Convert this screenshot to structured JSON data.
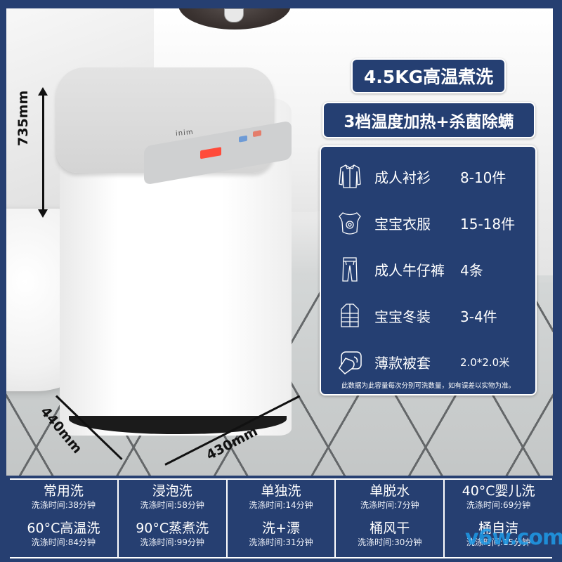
{
  "colors": {
    "navy": "#253f72",
    "frame": "#263f71",
    "text": "#ffffff",
    "watermark": "#1e9be8"
  },
  "product": {
    "brand_mark": "inim",
    "badges": {
      "capacity": "4.5KG高温煮洗",
      "heating": "3档温度加热+杀菌除螨"
    },
    "dimensions": {
      "height": "735mm",
      "depth": "440mm",
      "width": "430mm"
    }
  },
  "capacity_panel": {
    "rows": [
      {
        "icon": "shirt-icon",
        "label": "成人衬衫",
        "qty": "8-10件"
      },
      {
        "icon": "baby-onesie-icon",
        "label": "宝宝衣服",
        "qty": "15-18件"
      },
      {
        "icon": "jeans-icon",
        "label": "成人牛仔裤",
        "qty": "4条"
      },
      {
        "icon": "puffer-jacket-icon",
        "label": "宝宝冬装",
        "qty": "3-4件"
      },
      {
        "icon": "duvet-cover-icon",
        "label": "薄款被套",
        "qty": "2.0*2.0米"
      }
    ],
    "note": "此数据为此容量每次分别可洗数量，如有误差以实物为准。"
  },
  "programs": [
    [
      {
        "name": "常用洗",
        "time": "洗涤时间:38分钟"
      },
      {
        "name": "60°C高温洗",
        "time": "洗涤时间:84分钟"
      }
    ],
    [
      {
        "name": "浸泡洗",
        "time": "洗涤时间:58分钟"
      },
      {
        "name": "90°C蒸煮洗",
        "time": "洗涤时间:99分钟"
      }
    ],
    [
      {
        "name": "单独洗",
        "time": "洗涤时间:14分钟"
      },
      {
        "name": "洗+漂",
        "time": "洗涤时间:31分钟"
      }
    ],
    [
      {
        "name": "单脱水",
        "time": "洗涤时间:7分钟"
      },
      {
        "name": "桶风干",
        "time": "洗涤时间:30分钟"
      }
    ],
    [
      {
        "name": "40°C婴儿洗",
        "time": "洗涤时间:69分钟"
      },
      {
        "name": "桶自洁",
        "time": "洗涤时间:15分钟"
      }
    ]
  ],
  "watermark": "v6w.com"
}
